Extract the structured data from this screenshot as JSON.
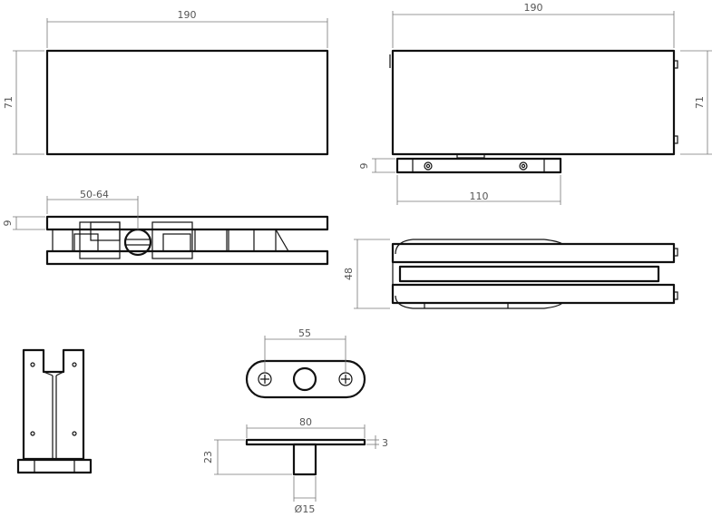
{
  "colors": {
    "outline": "#111111",
    "dimension": "#777777",
    "text": "#555555",
    "background": "#ffffff"
  },
  "dimensions": {
    "front_top_width": "190",
    "front_top_height": "71",
    "side_top_width": "190",
    "side_top_height": "71",
    "side_base_height": "9",
    "side_base_width": "110",
    "top_view_gap": "50-64",
    "top_view_plate": "9",
    "side_view_depth": "48",
    "strike_hole_spacing": "55",
    "pivot_plate_width": "80",
    "pivot_plate_thickness": "3",
    "pivot_height": "23",
    "pivot_diameter": "Ø15"
  }
}
